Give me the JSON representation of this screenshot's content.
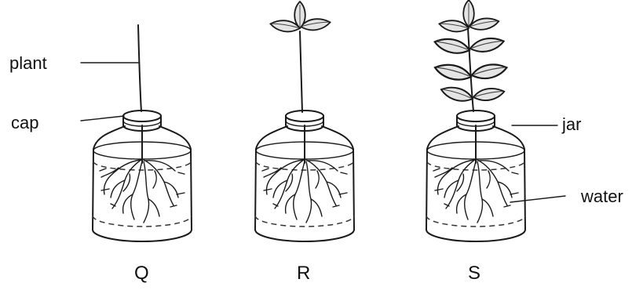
{
  "labels": {
    "plant": "plant",
    "cap": "cap",
    "jar": "jar",
    "water": "water"
  },
  "setups": [
    {
      "name": "Q",
      "leaves": 0
    },
    {
      "name": "R",
      "leaves": 3
    },
    {
      "name": "S",
      "leaves": 9
    }
  ]
}
